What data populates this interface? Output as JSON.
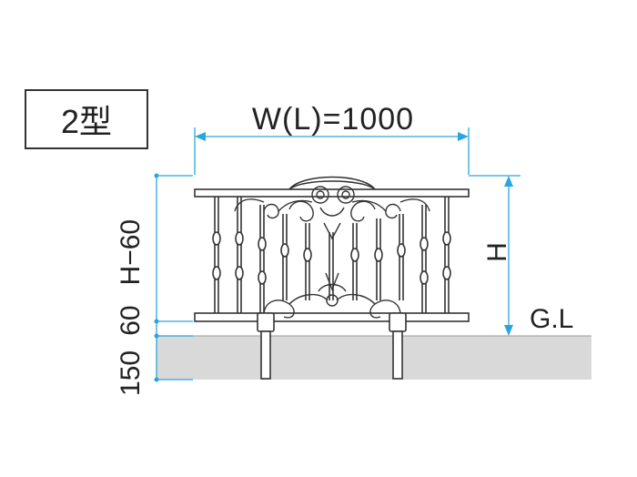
{
  "type_label": "2型",
  "width_label": "W(L)=1000",
  "height_label": "H",
  "ground_label": "G.L",
  "vertical_dims": {
    "bottom": "150",
    "middle": "60",
    "top": "H−60"
  },
  "colors": {
    "dimension": "#29a6dc",
    "ground": "#d9d9d9",
    "line": "#333333"
  },
  "icons": [
    "fence-diagram",
    "arrow-icon"
  ]
}
